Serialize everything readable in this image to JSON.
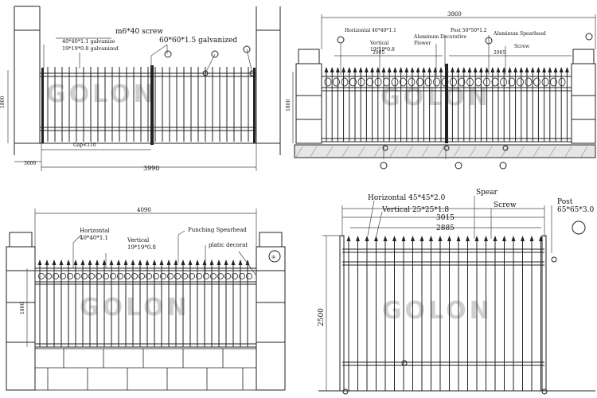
{
  "watermark": "GOLON",
  "panels": {
    "tl": {
      "labels": {
        "screw": "m6*40 screw",
        "horizontal": "40*40*1.1 galvanize",
        "vertical": "19*19*0.8 galvanized",
        "post": "60*60*1.5 galvanized",
        "gap": "Gap<110"
      },
      "dims": {
        "height": "1800",
        "total": "3990",
        "left": "3000"
      }
    },
    "tr": {
      "labels": {
        "horizontal": "Horizontal 40*40*1.1",
        "vertical": "Vertical",
        "vertical_size": "19*19*0.8",
        "deco": "Aluminum Decorative",
        "deco2": "Flower",
        "post": "Post 50*50*1.2",
        "spear": "Aluminum Spearhead",
        "screw": "Screw"
      },
      "dims": {
        "total": "3860",
        "left": "2905",
        "right": "2905",
        "height": "1800"
      }
    },
    "bl": {
      "labels": {
        "horizontal": "Horizontal",
        "horizontal_size": "40*40*1.1",
        "vertical": "Vertical",
        "vertical_size": "19*19*0.8",
        "spear": "Punching Spearhead",
        "deco": "platic decorat"
      },
      "dims": {
        "total": "4090",
        "height": "1800"
      }
    },
    "br": {
      "labels": {
        "horizontal": "Horizontal 45*45*2.0",
        "vertical": "Vertical 25*25*1.8",
        "spear": "Spear",
        "screw": "Screw",
        "post": "Post",
        "post_size": "65*65*3.0"
      },
      "dims": {
        "outer": "3015",
        "inner": "2885",
        "height": "2500"
      }
    }
  }
}
